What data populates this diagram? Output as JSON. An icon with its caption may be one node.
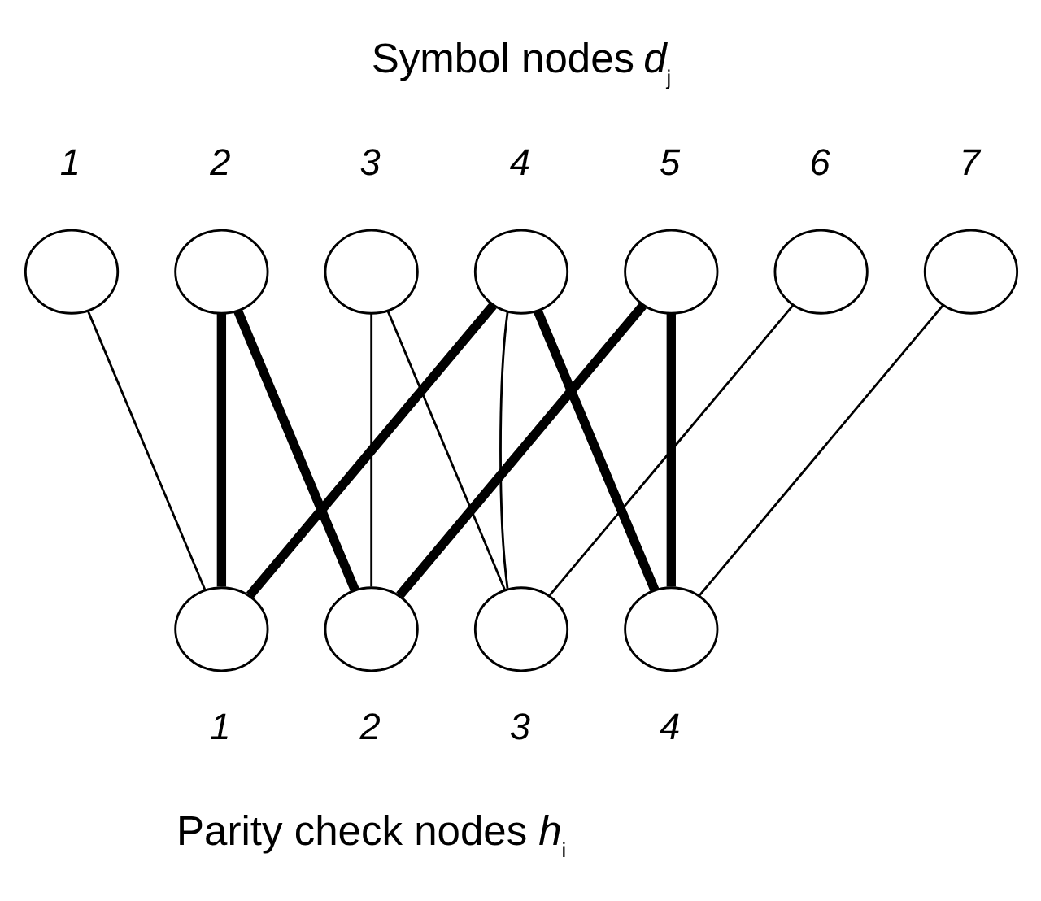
{
  "diagram": {
    "nodes": [
      {
        "text": [],
        "shape": "circle",
        "beside": [
          "1"
        ]
      },
      {
        "text": [],
        "shape": "circle",
        "beside": [
          "2"
        ]
      },
      {
        "text": [],
        "shape": "circle",
        "beside": [
          "3"
        ]
      },
      {
        "text": [],
        "shape": "circle",
        "beside": [
          "4"
        ]
      },
      {
        "text": [],
        "shape": "circle",
        "beside": [
          "5"
        ]
      },
      {
        "text": [],
        "shape": "circle",
        "beside": [
          "6"
        ]
      },
      {
        "text": [],
        "shape": "circle",
        "beside": [
          "7"
        ]
      },
      {
        "text": [],
        "shape": "circle",
        "beside": [
          "1"
        ]
      },
      {
        "text": [],
        "shape": "circle",
        "beside": [
          "2"
        ]
      },
      {
        "text": [],
        "shape": "circle",
        "beside": [
          "3"
        ]
      },
      {
        "text": [],
        "shape": "circle",
        "beside": [
          "4"
        ]
      }
    ],
    "edges": [
      {
        "from": 0,
        "to": 7,
        "arrow": "none"
      },
      {
        "from": 1,
        "to": 7,
        "arrow": "none",
        "style": "thick"
      },
      {
        "from": 1,
        "to": 8,
        "arrow": "none",
        "style": "thick"
      },
      {
        "from": 2,
        "to": 8,
        "arrow": "none"
      },
      {
        "from": 2,
        "to": 9,
        "arrow": "none"
      },
      {
        "from": 3,
        "to": 7,
        "arrow": "none",
        "style": "thick"
      },
      {
        "from": 3,
        "to": 9,
        "arrow": "none"
      },
      {
        "from": 3,
        "to": 10,
        "arrow": "none",
        "style": "thick"
      },
      {
        "from": 4,
        "to": 8,
        "arrow": "none",
        "style": "thick"
      },
      {
        "from": 4,
        "to": 10,
        "arrow": "none",
        "style": "thick"
      },
      {
        "from": 5,
        "to": 9,
        "arrow": "none"
      },
      {
        "from": 6,
        "to": 10,
        "arrow": "none"
      }
    ],
    "labels": [
      "Symbol nodes *d*$_{j}$",
      "Parity check nodes *h*$_{i}$"
    ]
  }
}
